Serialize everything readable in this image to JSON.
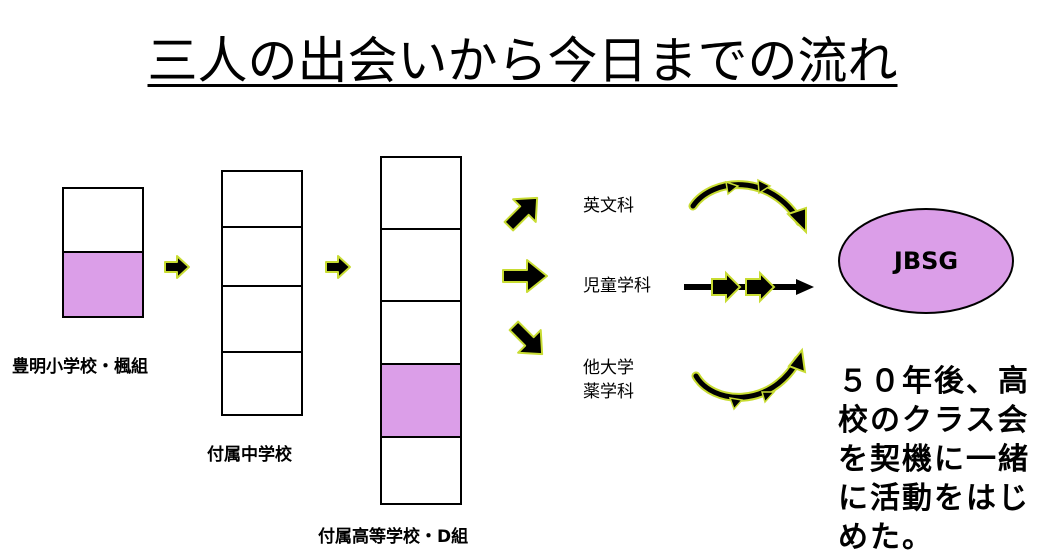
{
  "title": "三人の出会いから今日までの流れ",
  "stages": [
    {
      "label": "豊明小学校・楓組",
      "cells": 2,
      "highlight": [
        1
      ]
    },
    {
      "label": "付属中学校",
      "cells": 4,
      "highlight": []
    },
    {
      "label": "付属高等学校・D組",
      "cells": 5,
      "highlight": [
        3
      ]
    }
  ],
  "branches": {
    "english": "英文科",
    "child": "児童学科",
    "other_line1": "他大学",
    "other_line2": "薬学科"
  },
  "result": "JBSG",
  "note": "５０年後、高校のクラス会を契機に一緒に活動をはじめた。",
  "colors": {
    "highlight": "#db9ee8",
    "arrow_accent": "#c8dc32"
  }
}
